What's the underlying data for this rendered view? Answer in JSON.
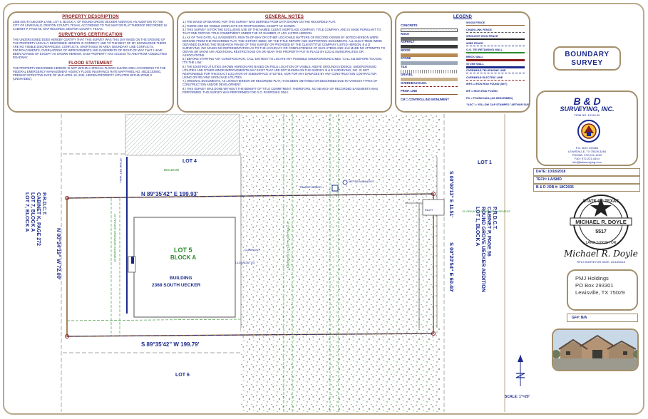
{
  "document": {
    "title_lines": [
      "BOUNDARY",
      "SURVEY"
    ],
    "firm": {
      "name": "B & D",
      "subtitle": "SURVEYING, INC.",
      "firm_no": "FIRM NO. 10194-00",
      "address_lines": [
        "P.O. BOX 293284",
        "LEWISVILLE, TX 75029-3284",
        "PHONE: 972-221-1222",
        "FAX: 972-221-4444",
        "info@bdsurveying.com"
      ]
    },
    "date_label": "DATE: 10/18/2018",
    "tech_label": "TECH: LA/SMD",
    "job_label": "B & D JOB #: 18C2035",
    "client_lines": [
      "PMJ Holdings",
      "PO Box 293301",
      "Lewisville, TX 75029"
    ],
    "gf_label": "GF#: N/A",
    "seal": {
      "top_text": "STATE OF TEXAS",
      "name": "MICHAEL R. DOYLE",
      "number": "5517",
      "bottom_text": "LAND SURVEYOR",
      "signature": "Michael R. Doyle",
      "caption": "RPLS SURVEYOR DATE: 10/18/2018"
    },
    "scale_label": "SCALE: 1\"=20'"
  },
  "panels": {
    "property_description": {
      "title": "PROPERTY DESCRIPTION",
      "text": "2368 SOUTH UECKER LANE, LOT 5, BLOCK A, OF ROUND GROVE UECKER ADDITION, AN ADDITION TO THE CITY OF LEWISVILLE, DENTON COUNTY, TEXAS, ACCORDING TO THE MAP OR PLAT THEREOF RECORDED IN CABINET P, PAGE 56, MAP RECORDS, DENTON COUNTY, TEXAS."
    },
    "surveyors_certification": {
      "title": "SURVEYORS CERTIFICATION",
      "text": "THE UNDERSIGNED DOES HEREBY CERTIFY THAT THIS SURVEY WAS THIS DAY MADE ON THE GROUND OF THE PROPERTY LEGALLY DESCRIBED HEREON IS CORRECT, AND TO THE BEST OF MY KNOWLEDGE THERE ARE NO VISIBLE DISCREPANCIES, CONFLICTS, SHORTAGES IN AREA, BOUNDARY LINE CONFLICTS, ENCROACHMENTS, OVERLAPPING OF IMPROVEMENTS AND EASEMENTS OF RIGHT-OF-WAY THAT I HAVE BEEN ADVISED OF EXCEPT AS SHOWN HEREON. SAID PROPERTY HAS ACCESS TO AND FROM A DEDICATED ROADWAY."
    },
    "flood_statement": {
      "title": "FLOOD STATEMENT",
      "text": "THE PROPERTY DESCRIBED HEREON IS NOT WITHIN A SPECIAL FLOOD HAZARD AREA ACCORDING TO THE FEDERAL EMERGENCY MANAGEMENT AGENCY FLOOD INSURANCE RATE MAP PANEL NO. 48121C0380G, PRESENT EFFECTIVE DATE OF MAP APRIL 18, 2011, HEREIN PROPERTY SITUATED WITHIN ZONE X (UNSHADED)."
    },
    "general_notes": {
      "title": "GENERAL NOTES",
      "items": [
        "1.) THE BASIS OF BEARING FOR THIS SURVEY WAS DERIVED FROM DATA SHOWN ON THE RECORDED PLAT.",
        "2.) THERE ARE NO VISIBLE CONFLICTS OR PROTRUSIONS, EXCEPT AS SHOWN.",
        "3.) THIS SURVEY IS FOR THE EXCLUSIVE USE OF THE NAMED CLIENT, MORTGAGE COMPANY, TITLE COMPANY, AND IS MADE PURSUANT TO THAT ONE CERTAIN TITLE COMMITMENT UNDER THE GF NUMBER, IF ANY, LISTED HEREON.",
        "4.) AS OF THIS DATE, ALL EASEMENTS, RIGHTS-OF-WAY OR OTHER LOCATABLE MATTERS OF RECORD KNOWN BY NOTED HEREON WERE DERIVED FROM THE RECORDED PLAT, THE HISTORY DEED, OR THE TITLE REPORT AND SUPPORTING DOCUMENTS. ALL SUCH ITEMS WERE OBTAINED DURING THE RESEARCH PHASE OF THIS SURVEY OR PROVIDED BY THE CLIENT/TITLE COMPANY LISTED HEREON. B & D SURVEYING, INC MAKES NO REPRESENTATION AS TO THE ACCURACY OR COMPLETENESS OF SUCH ITEMS AND HAS MADE NO ATTEMPTS TO OBTAIN OR SHOW ANY ADDITIONAL RESTRICTIONS ON OR NEAR THIS PROPERTY PUT IN PLACE BY LOCAL MUNICIPALITIES OR ASSOCIATIONS.",
        "5.) BEFORE STARTING ANY CONSTRUCTION, CALL 'DIGTESS' TO LOCATE ANY POSSIBLE UNDERGROUND LINES. 'CALL 811 BEFORE YOU DIG, IT'S THE LAW.'",
        "6.) THE EXISTING UTILITIES SHOWN HEREON ARE BASED ON FIELD LOCATION OF VISIBLE, ABOVE GROUND EVIDENCE. UNDERGROUND UTILITIES AND OTHER MINOR IMPROVEMENTS MAY EXIST THAT ARE NOT SHOWN ON THIS SURVEY. B & D SURVEYING, INC. IS NOT RESPONSIBLE FOR THE EXACT LOCATION OF SUBSURFACE UTILITIES, NOR FOR ANY DAMAGES BY ANY CONSTRUCTION CONTRACTOR USING OR RELYING UPON SAID UTILITIES.",
        "7.) ORIGINAL DOCUMENTS, AS LISTED HEREON OR RECORDED PLAT, HAVE BEEN OBTAINED OR DESCRIBED DUE TO VARIOUS TYPES OF CONSTRUCTION AND/OR DEVELOPMENT.",
        "8.) THIS SURVEY WAS DONE WITHOUT THE BENEFIT OF TITLE COMMITMENT. THEREFORE, NO SEARCH OF RECORDED EASEMENTS WAS PERFORMED. THIS SURVEY WAS PERFORMED FOR G.O. PURPOSES ONLY."
      ]
    },
    "legend": {
      "title": "LEGEND",
      "left_items": [
        "CONCRETE",
        "ROCK",
        "ASPHALT",
        "WOOD",
        "STONE",
        "TILE",
        "GRAVEL",
        "OVERHEAD ELEC.",
        "PROP. LINE",
        "CM = CONTROLLING MONUMENT"
      ],
      "right_items": [
        "WOOD FENCE",
        "CHAIN LINK FENCE",
        "WROUGHT IRON FENCE",
        "WIRE FENCE",
        "O.G. TIE (RETAINING) WALL",
        "BRICK WALL",
        "STONE WALL",
        "OVERHEAD TELEPHONE LINE",
        "OVERHEAD ELECTRIC LINE",
        "IRFS = IRON ROD FOUND (SET)",
        "IRF = IRON ROD FOUND",
        "PK = FOUND NAIL (AS DESCRIBED)",
        "\"ASC\" = YELLOW CAP STAMPED \"ARTHUR SURVEYING CO.\""
      ]
    }
  },
  "plan": {
    "lot_labels": {
      "lot4": "LOT 4",
      "lot1": "LOT 1",
      "lot6": "LOT 6",
      "lot5": "LOT 5",
      "block": "BLOCK A",
      "building": "BUILDING",
      "address": "2368 SOUTH UECKER",
      "lot4_building": "BUILDING"
    },
    "bearings": {
      "north": "N 89°35'42\" E  199.93'",
      "south": "S 89°35'42\" W  199.79'",
      "west": "N 00°24'19\" W  72.00'",
      "east": "S 00°20'54\" E  60.40'",
      "east_top": "S 00°00'13\" E  11.51'"
    },
    "adjoiners": {
      "west": [
        "LOT 7, BLOCK A",
        "LOT 7, BLOCK A",
        "CABINET K, PAGE 272",
        "P.R.D.C.T."
      ],
      "east": [
        "LOT 1, BLOCK A",
        "ROUND GROVE UECKER ADDITION",
        "CABINET P, PAGE 56",
        "P.R.D.C.T."
      ]
    },
    "easements": {
      "firelane": "15' FIRELANE & UTILITY EASEMENT",
      "drainage": "15' PRIVATE DRAINAGE EASEMENT",
      "drainage2": "15' PRIVATE DRAINAGE EASEMENT",
      "transformer": "TRANSFORMER",
      "meter": "METER MANHOLE",
      "cleanout": "CLEANOUT",
      "cleanout2": "CLEANOUT(S)",
      "stone_wall": "STONE RET. WALL",
      "inlet": "INLET"
    }
  }
}
